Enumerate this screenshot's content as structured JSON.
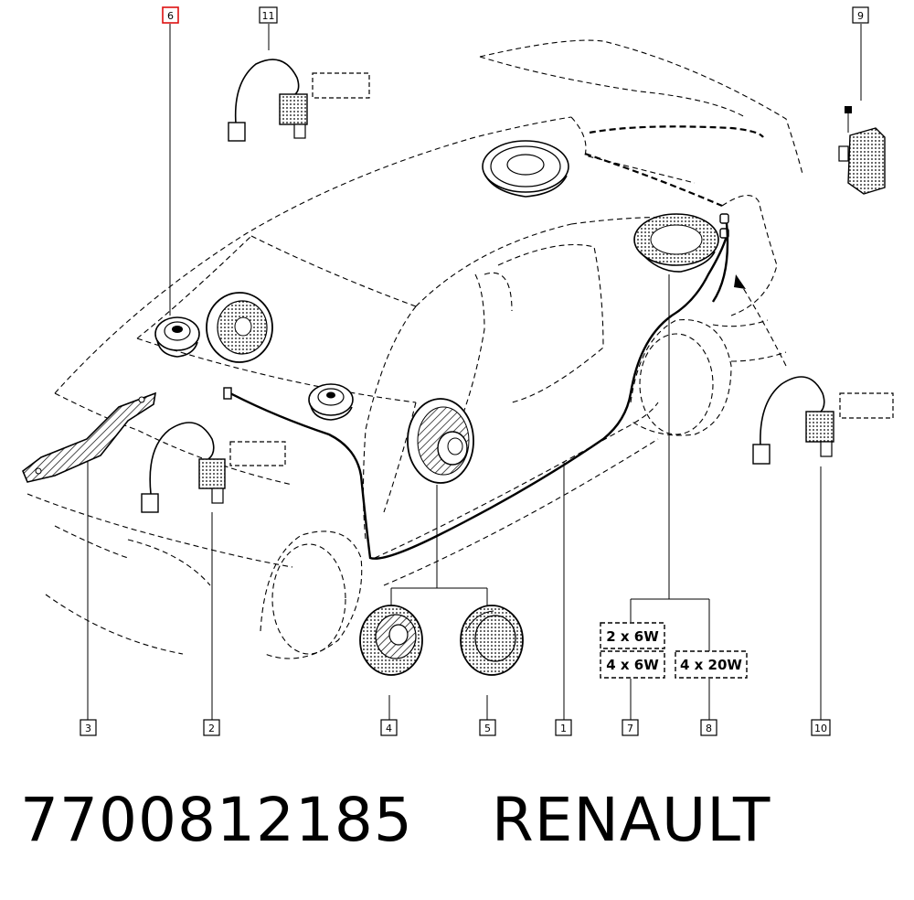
{
  "callouts": [
    {
      "id": "6",
      "label": "6"
    },
    {
      "id": "11",
      "label": "11"
    },
    {
      "id": "9",
      "label": "9"
    },
    {
      "id": "3",
      "label": "3"
    },
    {
      "id": "2",
      "label": "2"
    },
    {
      "id": "4",
      "label": "4"
    },
    {
      "id": "5",
      "label": "5"
    },
    {
      "id": "1",
      "label": "1"
    },
    {
      "id": "7",
      "label": "7"
    },
    {
      "id": "8",
      "label": "8"
    },
    {
      "id": "10",
      "label": "10"
    }
  ],
  "ratings": {
    "r1": "2 x 6W",
    "r2": "4 x 6W",
    "r3": "4 x 20W"
  },
  "footer": {
    "part_number": "7700812185",
    "brand": "RENAULT"
  },
  "colors": {
    "highlight_callout": "#dd1111",
    "ink": "#000000",
    "background": "#ffffff"
  }
}
